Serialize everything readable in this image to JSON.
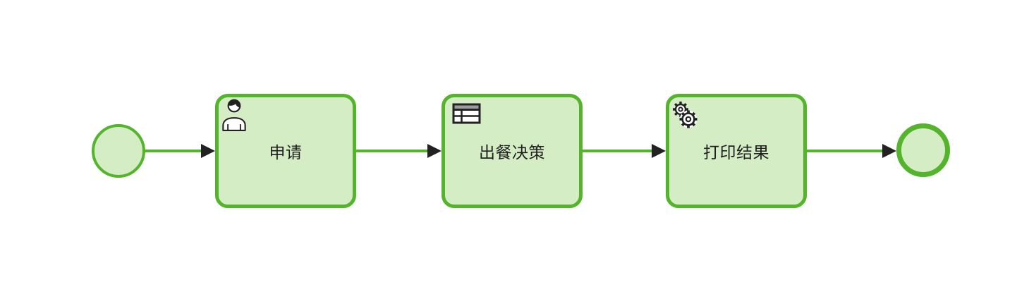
{
  "app": {
    "type": "bpmn-process-diagram"
  },
  "colors": {
    "background": "#ffffff",
    "shape_stroke": "#54b42c",
    "shape_fill": "#d5edc5",
    "arrow_head": "#222222",
    "text": "#1f1f1f",
    "icon_outline": "#222222",
    "icon_header_gray": "#9e9e9e"
  },
  "diagram": {
    "start_event": {
      "kind": "bpmn-start-event",
      "icon": "circle-thin-outline"
    },
    "tasks": [
      {
        "label": "申请",
        "kind": "user-task",
        "icon": "user-icon"
      },
      {
        "label": "出餐决策",
        "kind": "business-rule-task",
        "icon": "business-rule-icon"
      },
      {
        "label": "打印结果",
        "kind": "service-task",
        "icon": "service-gear-icon"
      }
    ],
    "end_event": {
      "kind": "bpmn-end-event",
      "icon": "circle-thick-outline"
    },
    "flows": [
      {
        "from": "start-event",
        "to": "申请"
      },
      {
        "from": "申请",
        "to": "出餐决策"
      },
      {
        "from": "出餐决策",
        "to": "打印结果"
      },
      {
        "from": "打印结果",
        "to": "end-event"
      }
    ]
  }
}
